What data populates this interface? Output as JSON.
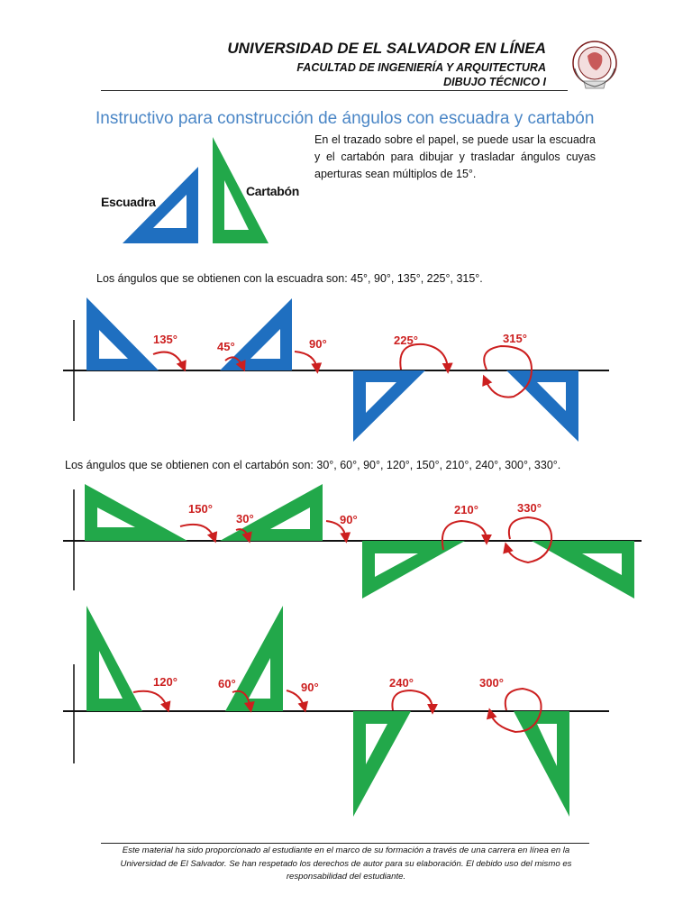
{
  "header": {
    "title": "UNIVERSIDAD DE EL SALVADOR EN LÍNEA",
    "faculty": "FACULTAD DE INGENIERÍA Y ARQUITECTURA",
    "course": "DIBUJO TÉCNICO I"
  },
  "doc_title": "Instructivo para construcción de ángulos con escuadra y cartabón",
  "intro_text": "En el trazado sobre el papel, se puede usar la escuadra y el cartabón para dibujar y trasladar ángulos cuyas aperturas sean múltiplos de 15°.",
  "labels": {
    "escuadra": "Escuadra",
    "cartabon": "Cartabón"
  },
  "escuadra_text": "Los ángulos que se obtienen con la escuadra son: 45°, 90°, 135°, 225°, 315°.",
  "cartabon_text": "Los ángulos que se obtienen con el cartabón son: 30°, 60°, 90°, 120°, 150°, 210°, 240°, 300°, 330°.",
  "angles": {
    "e135": "135°",
    "e45": "45°",
    "e90": "90°",
    "e225": "225°",
    "e315": "315°",
    "c150": "150°",
    "c30": "30°",
    "c90a": "90°",
    "c210": "210°",
    "c330": "330°",
    "c120": "120°",
    "c60": "60°",
    "c90b": "90°",
    "c240": "240°",
    "c300": "300°"
  },
  "colors": {
    "escuadra": "#1f6fc0",
    "cartabon": "#22a84a",
    "angle": "#cc1f1f",
    "title": "#4a86c6"
  },
  "footer": "Este material ha sido proporcionado al estudiante en el marco de su formación a través de una carrera en línea en la Universidad de El Salvador. Se han respetado los derechos de autor para su elaboración. El debido uso del mismo es responsabilidad del estudiante."
}
